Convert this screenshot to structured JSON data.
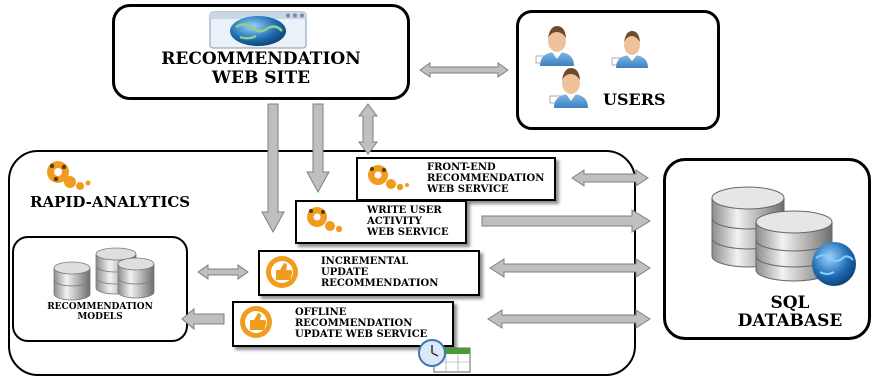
{
  "website": {
    "label": "RECOMMENDATION\nWEB SITE"
  },
  "users": {
    "label": "USERS"
  },
  "rapid": {
    "label": "RAPID-ANALYTICS"
  },
  "models": {
    "label": "RECOMMENDATION\nMODELS"
  },
  "database": {
    "label": "SQL\nDATABASE"
  },
  "services": {
    "frontend": "FRONT-END\nRECOMMENDATION\nWEB SERVICE",
    "write": "WRITE USER\nACTIVITY\nWEB SERVICE",
    "incremental": "INCREMENTAL\nUPDATE\nRECOMMENDATION",
    "offline": "OFFLINE\nRECOMMENDATION\nUPDATE WEB SERVICE"
  },
  "colors": {
    "arrow_fill": "#bfbfbf",
    "arrow_stroke": "#7f7f7f",
    "orange": "#f29c1f",
    "globe": "#1f6fb5"
  }
}
